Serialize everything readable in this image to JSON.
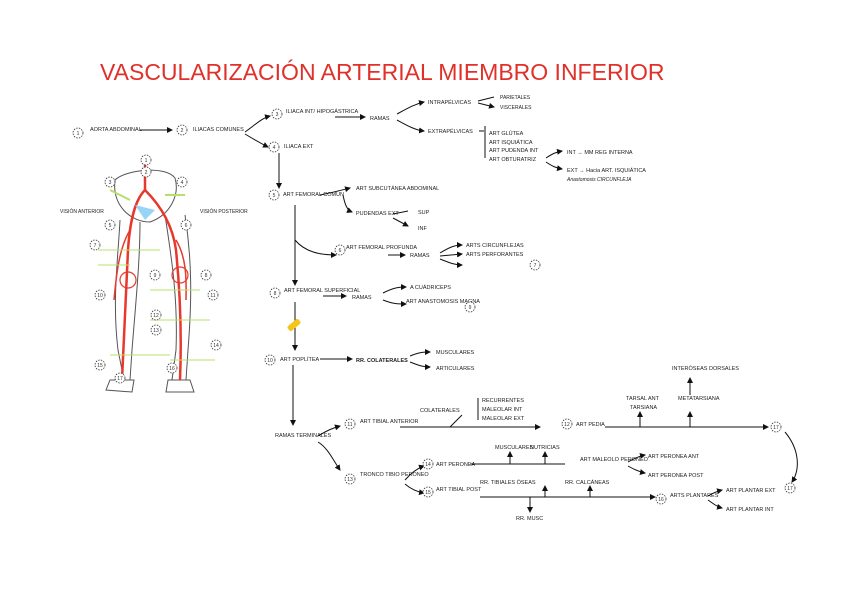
{
  "title": "VASCULARIZACIÓN ARTERIAL MIEMBRO INFERIOR",
  "nodes": {
    "aorta": "AORTA ABDOMINAL",
    "iliacas_comunes": "ILIACAS COMUNES",
    "iliaca_int": "ILIACA INT/ HIPOGÁSTRICA",
    "iliaca_ext": "ILIACA EXT",
    "ramas_1": "RAMAS",
    "intrapelvicas": "INTRAPÉLVICAS",
    "parietales": "PARIETALES",
    "viscerales": "VISCERALES",
    "extrapelvicas": "EXTRAPÉLVICAS",
    "art_glutea": "ART GLÚTEA",
    "art_isquiatica": "ART ISQUIÁTICA",
    "art_pudenda_int": "ART PUDENDA INT",
    "art_obturatriz": "ART OBTURATRIZ",
    "int_mm": "INT → MM REG INTERNA",
    "ext_arrow": "EXT → Hacia ART. ISQUIÁTICA",
    "anastomosis": "Anastomosis CIRCUNFLEJA",
    "femoral_comun": "ART FEMORAL COMÚN",
    "subcutanea": "ART SUBCUTÁNEA ABDOMINAL",
    "pudendas_ext": "PUDENDAS EXT",
    "sup": "SUP",
    "inf": "INF",
    "femoral_profunda": "ART FEMORAL PROFUNDA",
    "ramas_2": "RAMAS",
    "circunflejas": "ARTS CIRCUNFLEJAS",
    "perforantes": "ARTS PERFORANTES",
    "femoral_superficial": "ART FEMORAL SUPERFICIAL",
    "ramas_3": "RAMAS",
    "cuadriceps": "A CUÁDRICEPS",
    "anastomosis_magna": "ART ANASTOMOSIS MAGNA",
    "poplitea": "ART POPLÍTEA",
    "colaterales": "RR. COLATERALES",
    "musculares": "MUSCULARES",
    "articulares": "ARTICULARES",
    "ramas_terminales": "RAMAS TERMINALES",
    "tibial_anterior": "ART TIBIAL ANTERIOR",
    "colaterales_ant": "COLATERALES",
    "recurrentes": "RECURRENTES",
    "maleolar_int": "MALEOLAR INT",
    "maleolar_ext": "MALEOLAR EXT",
    "art_pedia": "ART PEDIA",
    "tarsal": "TARSAL ANT",
    "tarsiana": "TARSIANA",
    "metatarsiana": "METATARSIANA",
    "interoseas_dorsales": "INTERÓSEAS DORSALES",
    "tronco_tibio": "TRONCO TIBIO PERONEO",
    "art_peronea": "ART PERONEA",
    "musculares_2": "MUSCULARES",
    "nutricias": "NUTRICIAS",
    "maleolo_peroneo": "ART MALEOLO PERONEO",
    "peronea_ant": "ART PERONEA ANT",
    "peronea_post": "ART PERONEA POST",
    "tibial_post": "ART TIBIAL POST",
    "rr_tibiales": "RR. TIBIALES ÓSEAS",
    "rr_calcaneas": "RR. CALCÁNEAS",
    "arts_plantares": "ARTS PLANTARES",
    "plantar_ext": "ART PLANTAR EXT",
    "plantar_int": "ART PLANTAR INT",
    "rr_musc": "RR. MUSC",
    "vision_ant": "VISIÓN ANTERIOR",
    "vision_post": "VISIÓN POSTERIOR"
  },
  "markers": [
    "1",
    "2",
    "3",
    "4",
    "5",
    "6",
    "7",
    "8",
    "9",
    "10",
    "11",
    "12",
    "13",
    "14",
    "15",
    "16",
    "17"
  ],
  "colors": {
    "title": "#e0302a",
    "artery": "#e8382c",
    "highlight": "#f5c518",
    "line": "#111111"
  }
}
